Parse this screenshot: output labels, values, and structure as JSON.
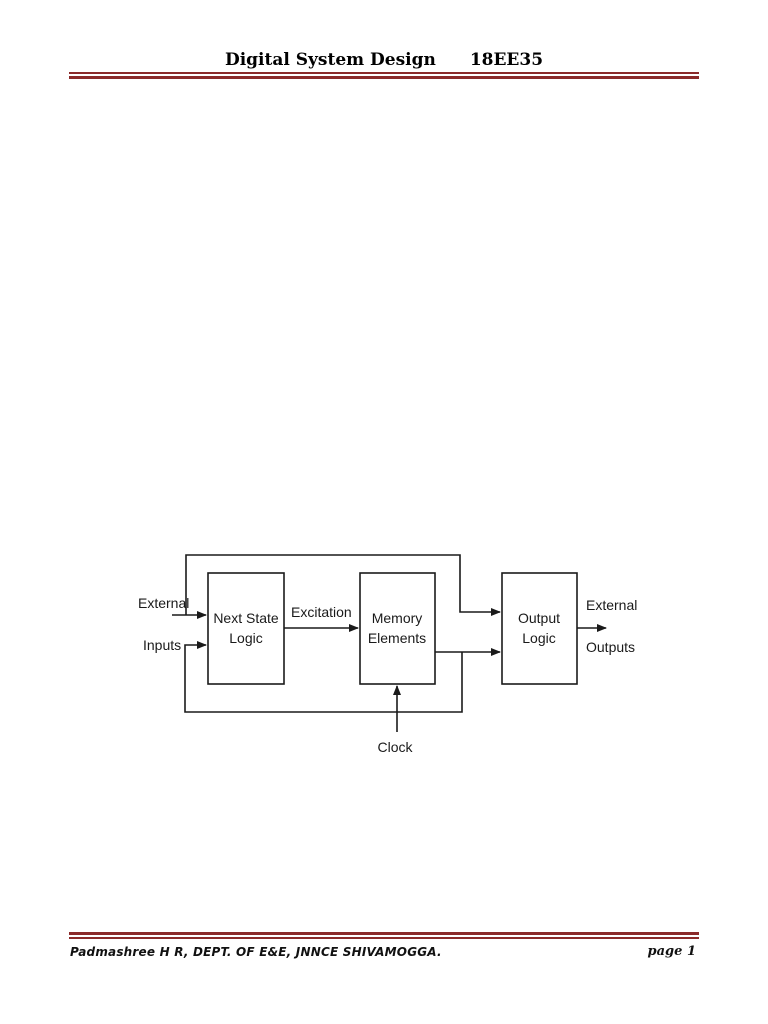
{
  "header": {
    "title": "Digital System Design",
    "code": "18EE35",
    "rule_color": "#8b2a2a"
  },
  "diagram": {
    "blocks": {
      "next_state": [
        "Next State",
        "Logic"
      ],
      "memory": [
        "Memory",
        "Elements"
      ],
      "output": [
        "Output",
        "Logic"
      ]
    },
    "labels": {
      "external_in": "External",
      "inputs": "Inputs",
      "excitation": "Excitation",
      "external_out": "External",
      "outputs": "Outputs",
      "clock": "Clock"
    }
  },
  "footer": {
    "author": "Padmashree H R, DEPT. OF E&E, JNNCE SHIVAMOGGA.",
    "page": "page 1"
  }
}
